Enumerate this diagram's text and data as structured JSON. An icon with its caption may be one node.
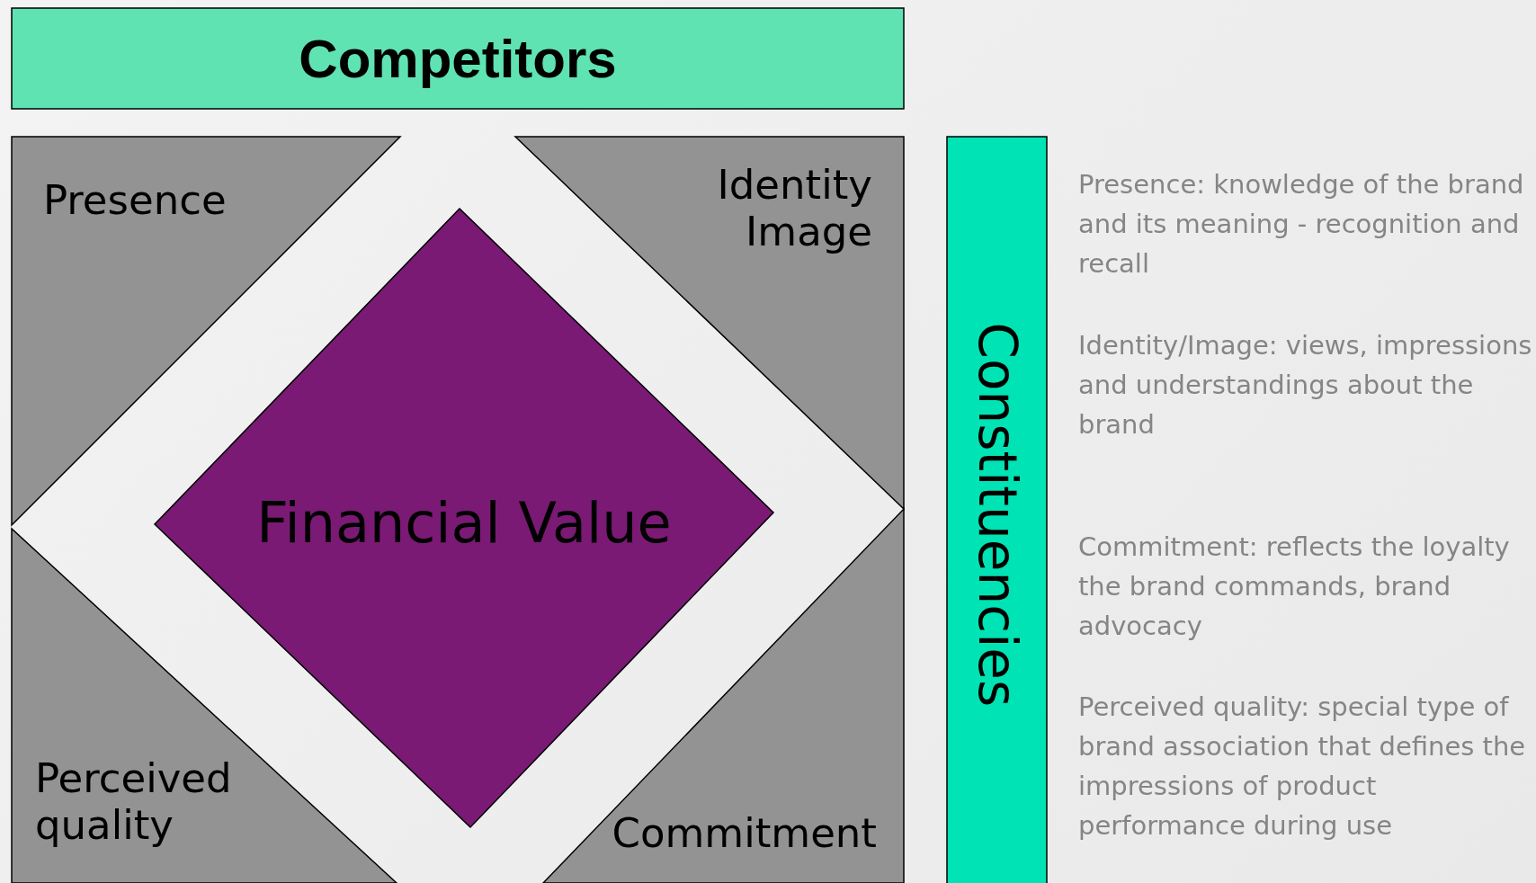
{
  "diagram": {
    "nodes": [
      {
        "text": [
          "Competitors"
        ]
      },
      {
        "text": [
          "Presence"
        ]
      },
      {
        "text": [
          "Identity Image"
        ]
      },
      {
        "text": [
          "Financial Value"
        ]
      },
      {
        "text": [
          "Perceived quality"
        ]
      },
      {
        "text": [
          "Commitment"
        ]
      },
      {
        "text": [
          "Constituencies"
        ]
      }
    ],
    "edges": [],
    "labels": [
      "Presence: knowledge of the brand and its meaning - recognition and recall",
      "Identity/Image: views, impressions and understandings about the brand",
      "Commitment: reflects the loyalty the brand commands, brand advocacy",
      "Perceived quality: special type of brand association that defines the impressions of product performance during use"
    ]
  }
}
